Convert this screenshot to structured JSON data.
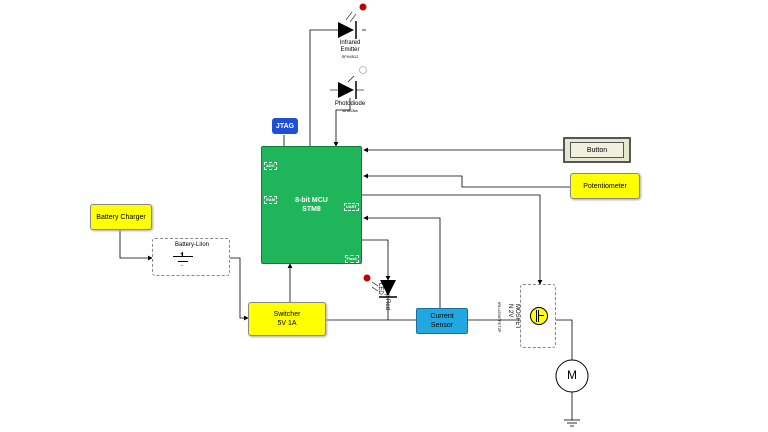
{
  "mcu": {
    "line1": "8-bit MCU",
    "line2": "STM8",
    "pins": [
      "ADC",
      "RAM",
      "UART",
      "Flash"
    ]
  },
  "jtag": "JTAG",
  "infrared": {
    "line1": "Infrared",
    "line2": "Emitter",
    "part": "SFH4512"
  },
  "photodiode": {
    "line1": "Photodiode",
    "part": "sfh813fa"
  },
  "button": "Button",
  "potentiometer": "Potentiometer",
  "battery_charger": "Battery Charger",
  "battery": {
    "label": "Battery-LiIon",
    "plus": "+",
    "minus": "-"
  },
  "switcher": {
    "line1": "Switcher",
    "line2": "5V 1A"
  },
  "current_sensor": {
    "line1": "Current",
    "line2": "Sensor"
  },
  "led": {
    "line1": "Deep Red",
    "line2": "LED"
  },
  "mosfet": {
    "line1": "MOSFET",
    "line2": "N 2V",
    "part": "IRLU2987FET2P"
  },
  "motor": "M",
  "colors": {
    "mcu": "#1fb55a",
    "yellow": "#ffff00",
    "sensor": "#22a8e0",
    "jtag": "#1e4fd6",
    "wire": "#000000",
    "red_dot": "#c00000"
  }
}
